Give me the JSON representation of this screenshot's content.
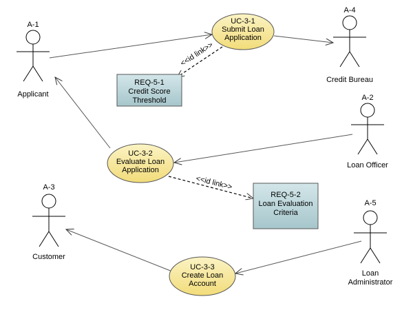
{
  "colors": {
    "usecase_fill": "#F7E89A",
    "usecase_stroke": "#8A7A3A",
    "requirement_fill": "#B7D3D8",
    "line": "#555555"
  },
  "actors": {
    "a1": {
      "id": "A-1",
      "name": "Applicant"
    },
    "a2": {
      "id": "A-2",
      "name": "Loan Officer"
    },
    "a3": {
      "id": "A-3",
      "name": "Customer"
    },
    "a4": {
      "id": "A-4",
      "name": "Credit Bureau"
    },
    "a5": {
      "id": "A-5",
      "name_line1": "Loan",
      "name_line2": "Administrator"
    }
  },
  "use_cases": {
    "uc1": {
      "id": "UC-3-1",
      "line1": "Submit Loan",
      "line2": "Application"
    },
    "uc2": {
      "id": "UC-3-2",
      "line1": "Evaluate Loan",
      "line2": "Application"
    },
    "uc3": {
      "id": "UC-3-3",
      "line1": "Create Loan",
      "line2": "Account"
    }
  },
  "requirements": {
    "r1": {
      "id": "REQ-5-1",
      "line1": "Credit Score",
      "line2": "Threshold"
    },
    "r2": {
      "id": "REQ-5-2",
      "line1": "Loan Evaluation",
      "line2": "Criteria"
    }
  },
  "links": {
    "l1": "<<id link>>",
    "l2": "<<id link>>"
  }
}
